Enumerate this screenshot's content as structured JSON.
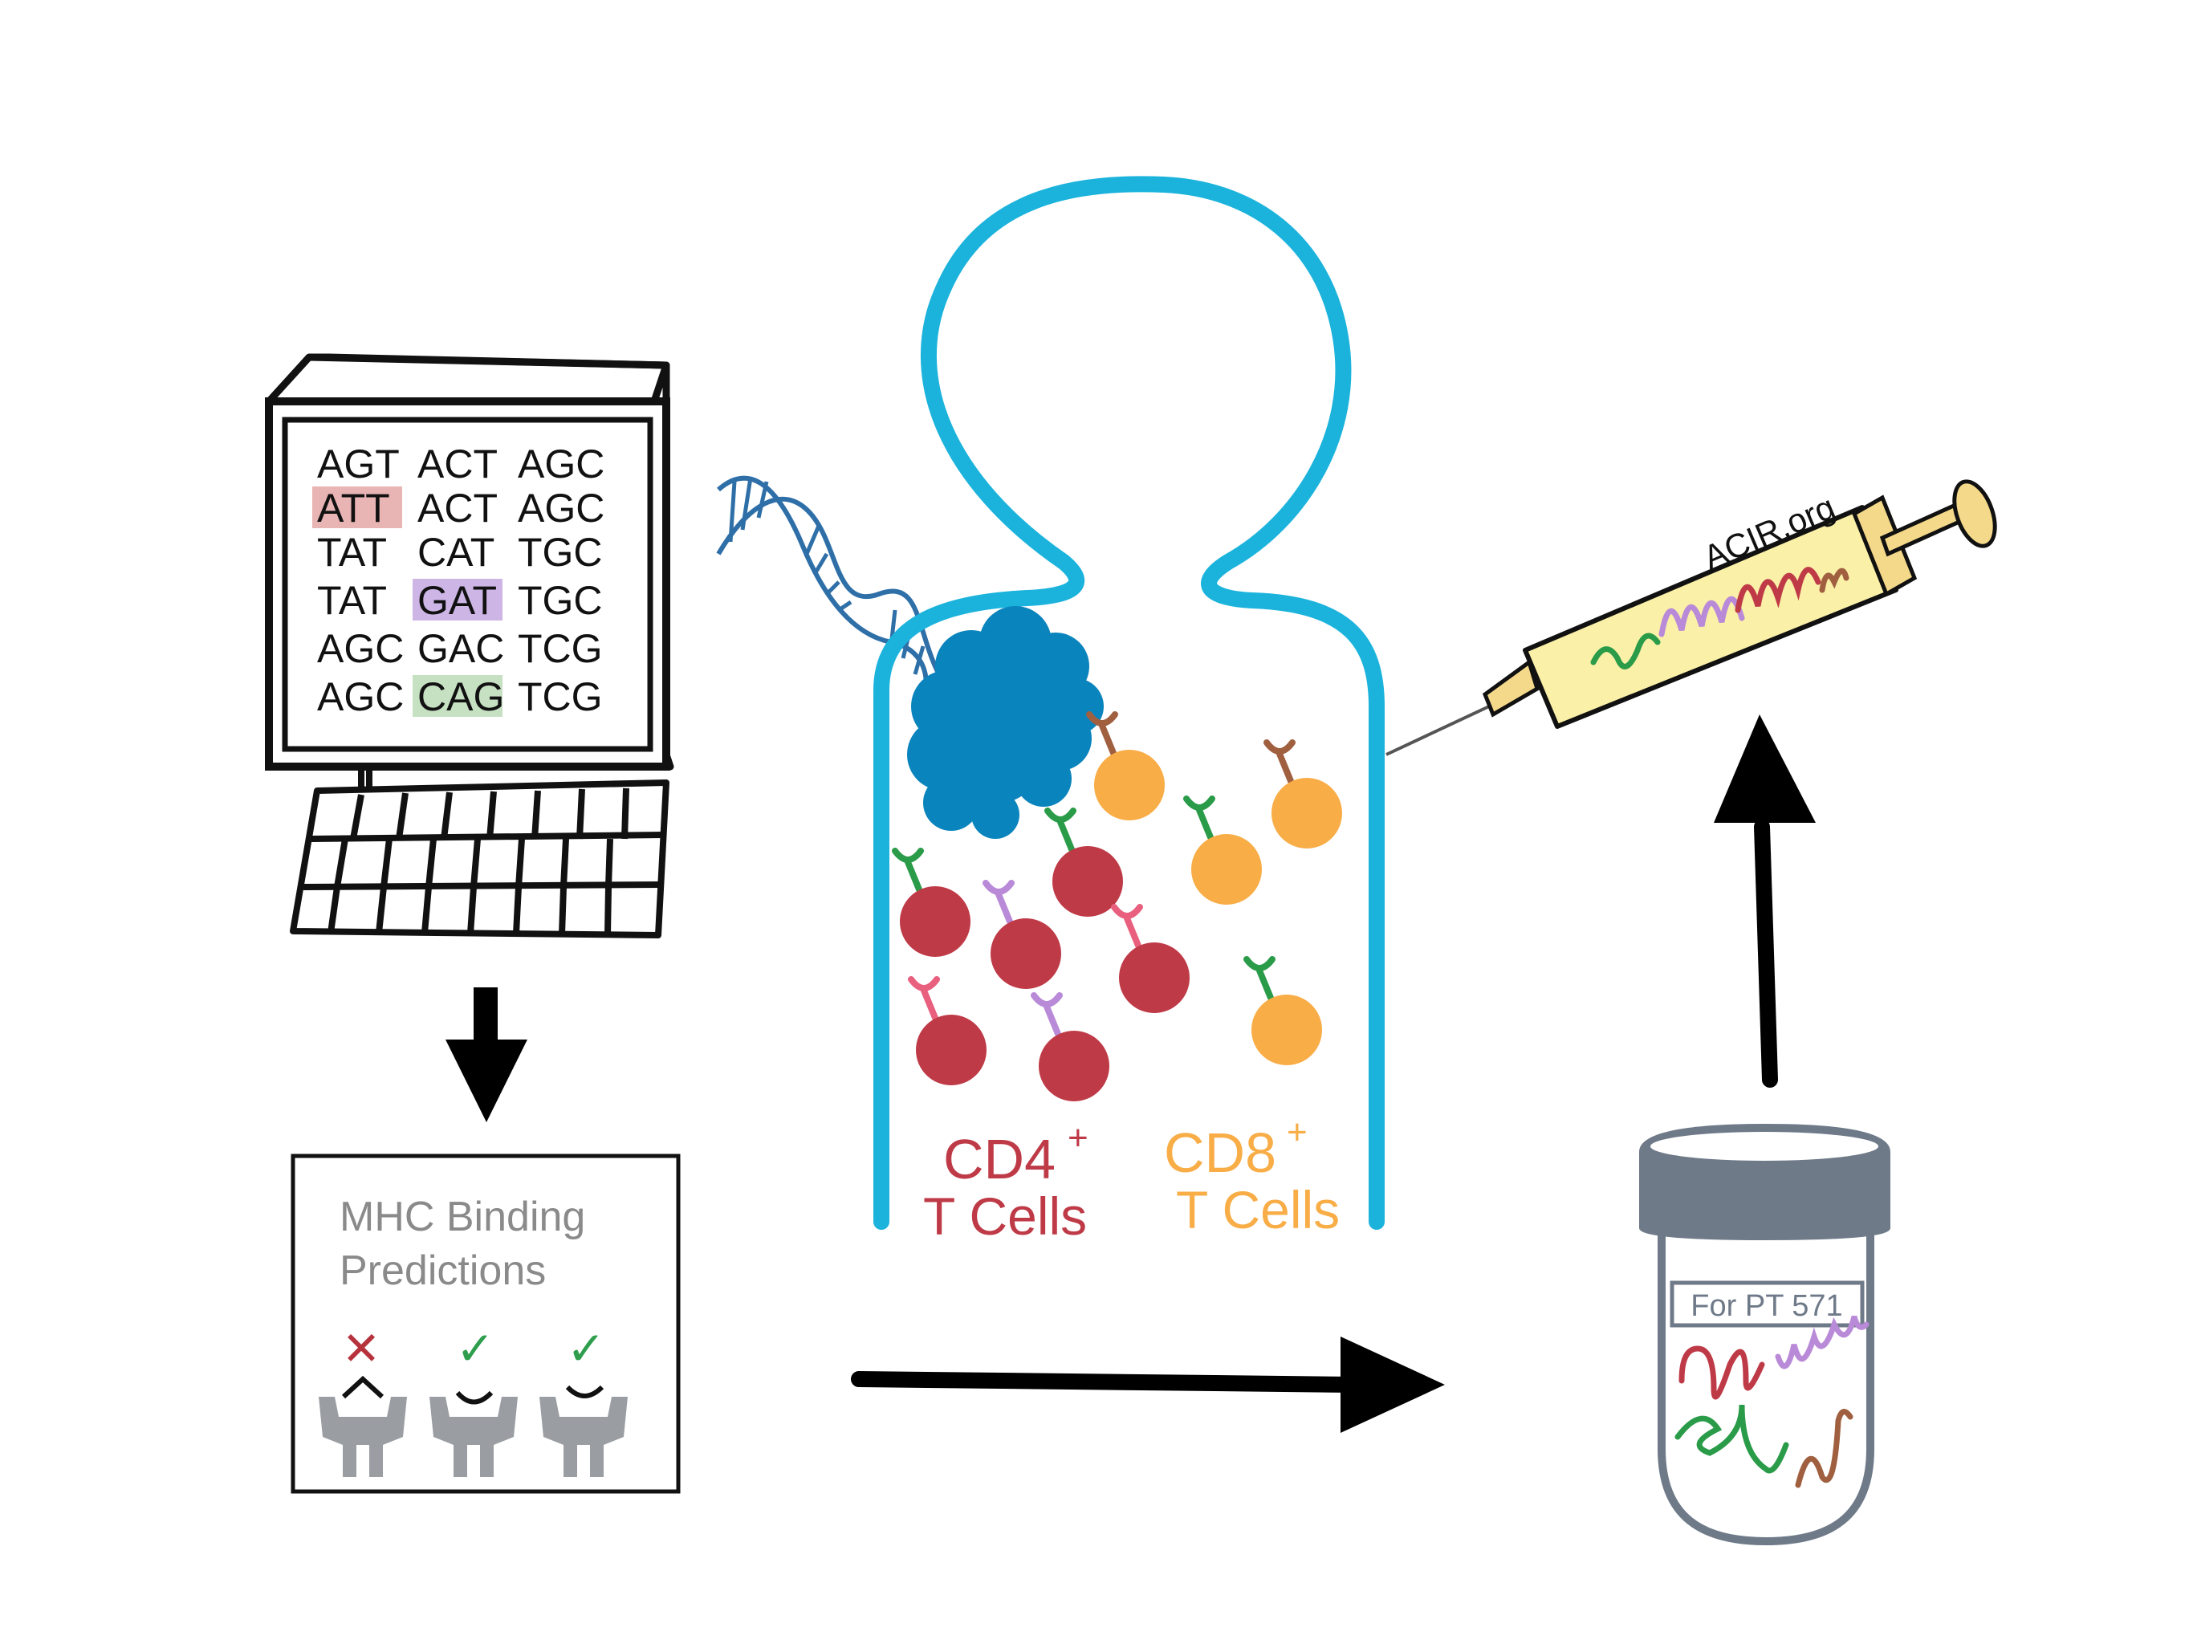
{
  "colors": {
    "body_outline": "#1bb3dc",
    "tumor": "#0a84bd",
    "cd4_cell": "#bf3a47",
    "cd8_cell": "#f8ad47",
    "receptor_green": "#2a9b48",
    "receptor_purple": "#b98ad8",
    "receptor_pink": "#e8607e",
    "receptor_brown": "#a06040",
    "mhc_gray": "#9a9ea3",
    "vial_cap": "#6f7a89",
    "syringe_barrel": "#fbf0a8",
    "highlight_red": "#e8b4b4",
    "highlight_purple": "#cdb6e6",
    "highlight_green": "#c6e0c2",
    "check_green": "#2e9e4d",
    "cross_red": "#b6333d"
  },
  "computer": {
    "rows": [
      [
        {
          "text": "AGT"
        },
        {
          "text": "ACT"
        },
        {
          "text": "AGC"
        }
      ],
      [
        {
          "text": "ATT",
          "highlight": "red"
        },
        {
          "text": "ACT"
        },
        {
          "text": "AGC"
        }
      ],
      [
        {
          "text": "TAT"
        },
        {
          "text": "CAT"
        },
        {
          "text": "TGC"
        }
      ],
      [
        {
          "text": "TAT"
        },
        {
          "text": "GAT",
          "highlight": "purple"
        },
        {
          "text": "TGC"
        }
      ],
      [
        {
          "text": "AGC"
        },
        {
          "text": "GAC"
        },
        {
          "text": "TCG"
        }
      ],
      [
        {
          "text": "AGC"
        },
        {
          "text": "CAG",
          "highlight": "green"
        },
        {
          "text": "TCG"
        }
      ]
    ]
  },
  "mhc_box": {
    "title_line1": "MHC Binding",
    "title_line2": "Predictions",
    "marks": [
      {
        "symbol": "✕",
        "result": "no-binding"
      },
      {
        "symbol": "✓",
        "result": "binding"
      },
      {
        "symbol": "✓",
        "result": "binding"
      }
    ]
  },
  "body": {
    "cd4_line1": "CD4",
    "cd4_sup": "+",
    "cd4_line2": "T Cells",
    "cd8_line1": "CD8",
    "cd8_sup": "+",
    "cd8_line2": "T Cells"
  },
  "syringe": {
    "label": "ACIR.org"
  },
  "vial": {
    "label": "For PT 571"
  }
}
